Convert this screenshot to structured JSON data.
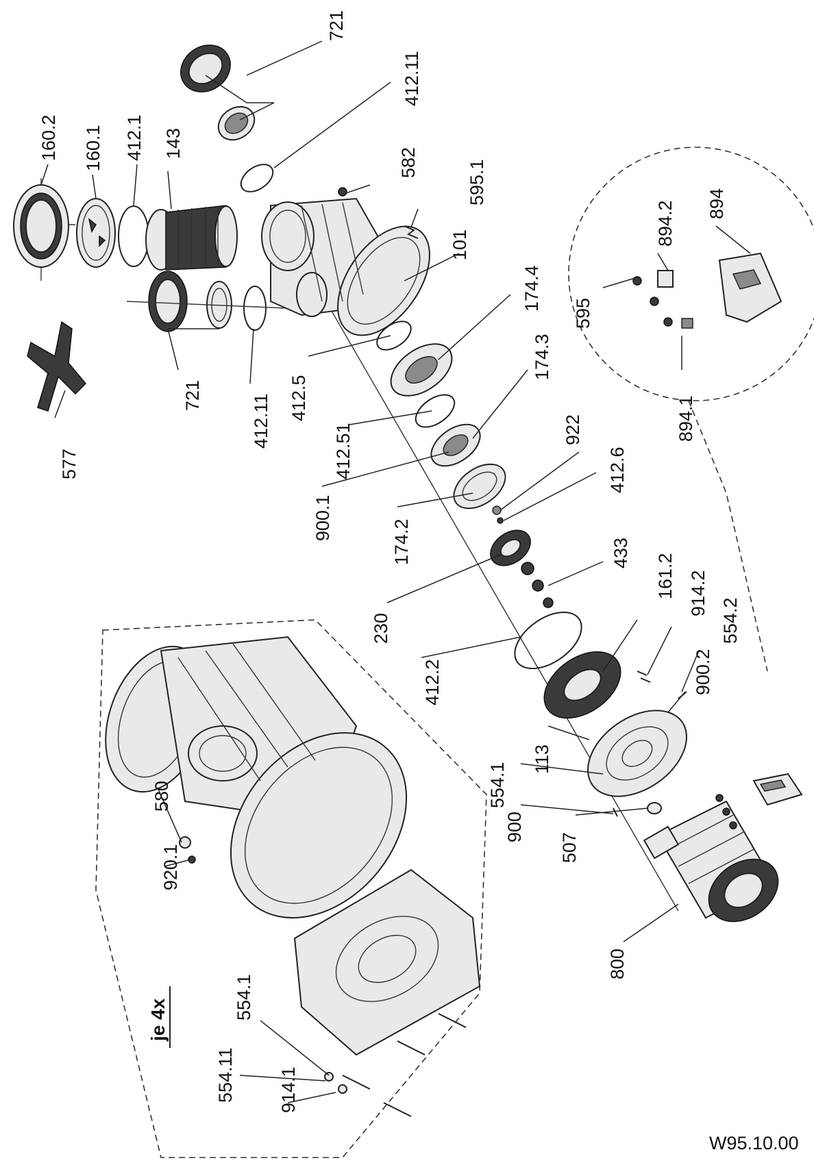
{
  "drawing": {
    "reference": "W95.10.00",
    "detail_note": "je 4x"
  },
  "labels": {
    "l_160_2": "160.2",
    "l_160_1": "160.1",
    "l_412_1": "412.1",
    "l_143": "143",
    "l_721_top": "721",
    "l_412_11_top": "412.11",
    "l_582": "582",
    "l_595_1": "595.1",
    "l_101": "101",
    "l_174_4": "174.4",
    "l_174_3": "174.3",
    "l_922": "922",
    "l_412_6": "412.6",
    "l_433": "433",
    "l_161_2": "161.2",
    "l_914_2": "914.2",
    "l_554_2": "554.2",
    "l_900_2": "900.2",
    "l_894_2": "894.2",
    "l_894": "894",
    "l_595": "595",
    "l_894_1": "894.1",
    "l_577": "577",
    "l_721_left": "721",
    "l_412_11_left": "412.11",
    "l_412_5": "412.5",
    "l_412_51": "412.51",
    "l_900_1": "900.1",
    "l_174_2": "174.2",
    "l_230": "230",
    "l_412_2": "412.2",
    "l_113": "113",
    "l_554_1": "554.1",
    "l_900": "900",
    "l_507": "507",
    "l_800": "800",
    "l_580": "580",
    "l_920_1": "920.1",
    "l_554_1_b": "554.1",
    "l_554_11": "554.11",
    "l_914_1": "914.1"
  }
}
